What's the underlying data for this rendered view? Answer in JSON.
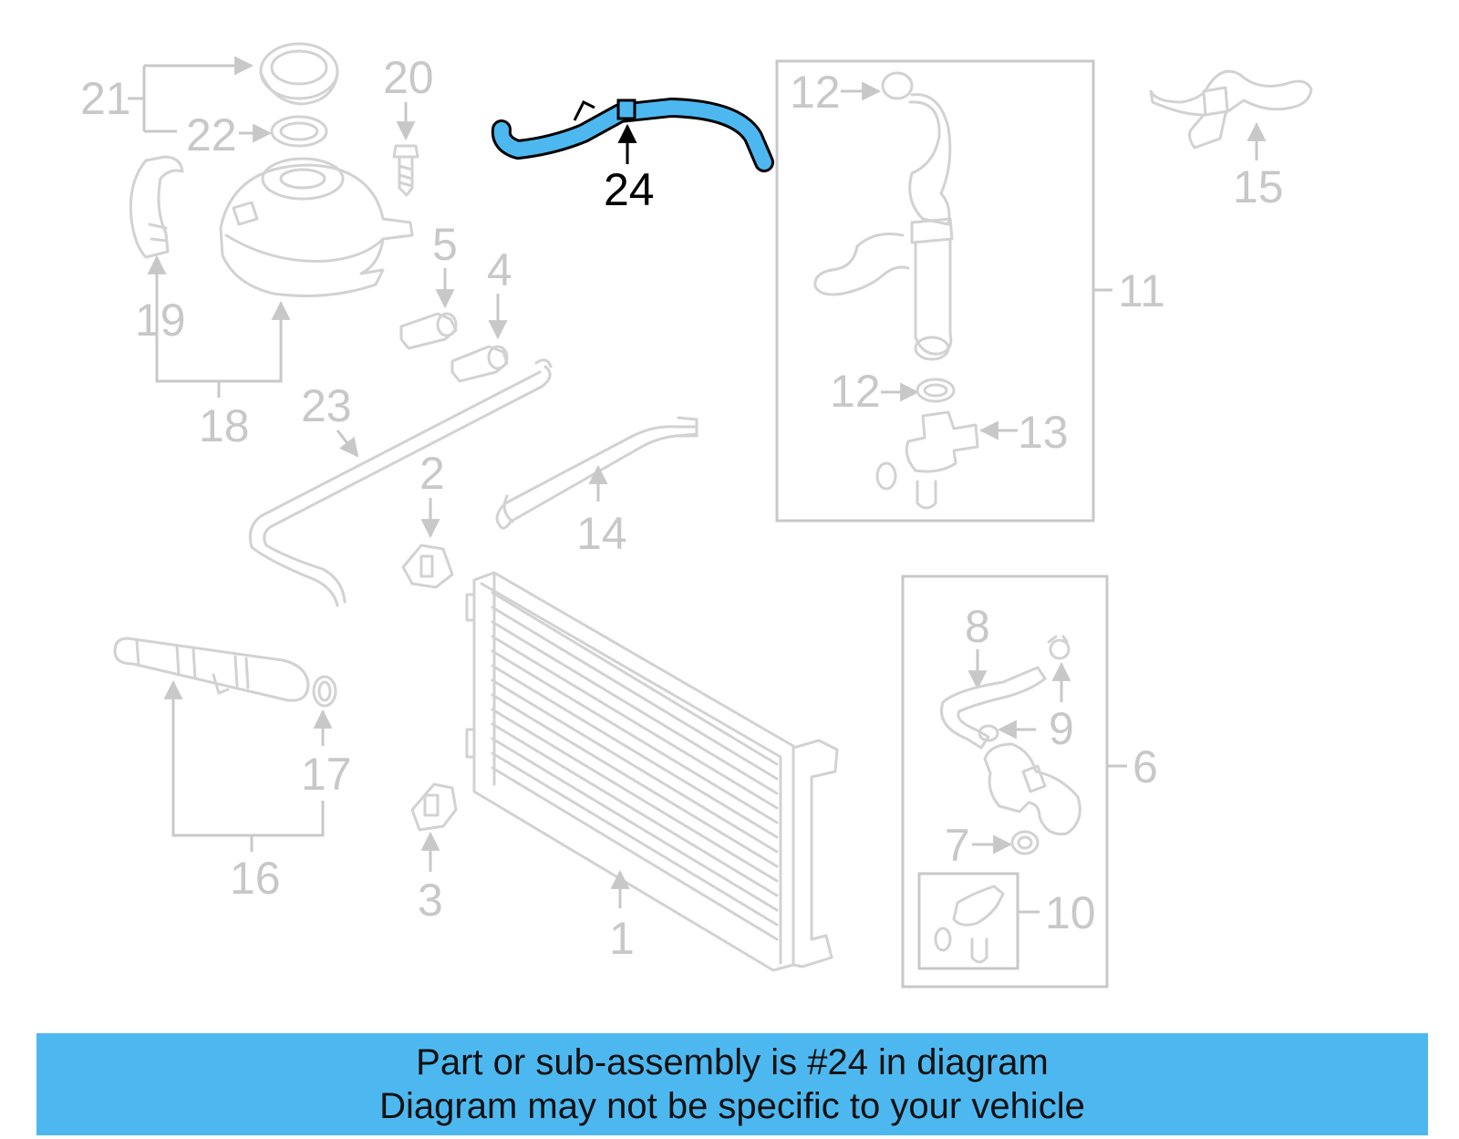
{
  "callouts": {
    "c1": "1",
    "c2": "2",
    "c3": "3",
    "c4": "4",
    "c5": "5",
    "c6": "6",
    "c7": "7",
    "c8": "8",
    "c9": "9",
    "c10": "10",
    "c11": "11",
    "c12a": "12",
    "c12b": "12",
    "c13": "13",
    "c14": "14",
    "c15": "15",
    "c16": "16",
    "c17": "17",
    "c18": "18",
    "c19": "19",
    "c20": "20",
    "c21": "21",
    "c22": "22",
    "c23": "23",
    "c24": "24"
  },
  "highlight": {
    "part_number": "24",
    "color": "#4db8f0"
  },
  "banner": {
    "line1": "Part or sub-assembly is #24 in diagram",
    "line2": "Diagram may not be specific to your vehicle",
    "background": "#4db8f0"
  },
  "colors": {
    "faded": "#c8c8c8",
    "highlight_outline": "#000000"
  }
}
